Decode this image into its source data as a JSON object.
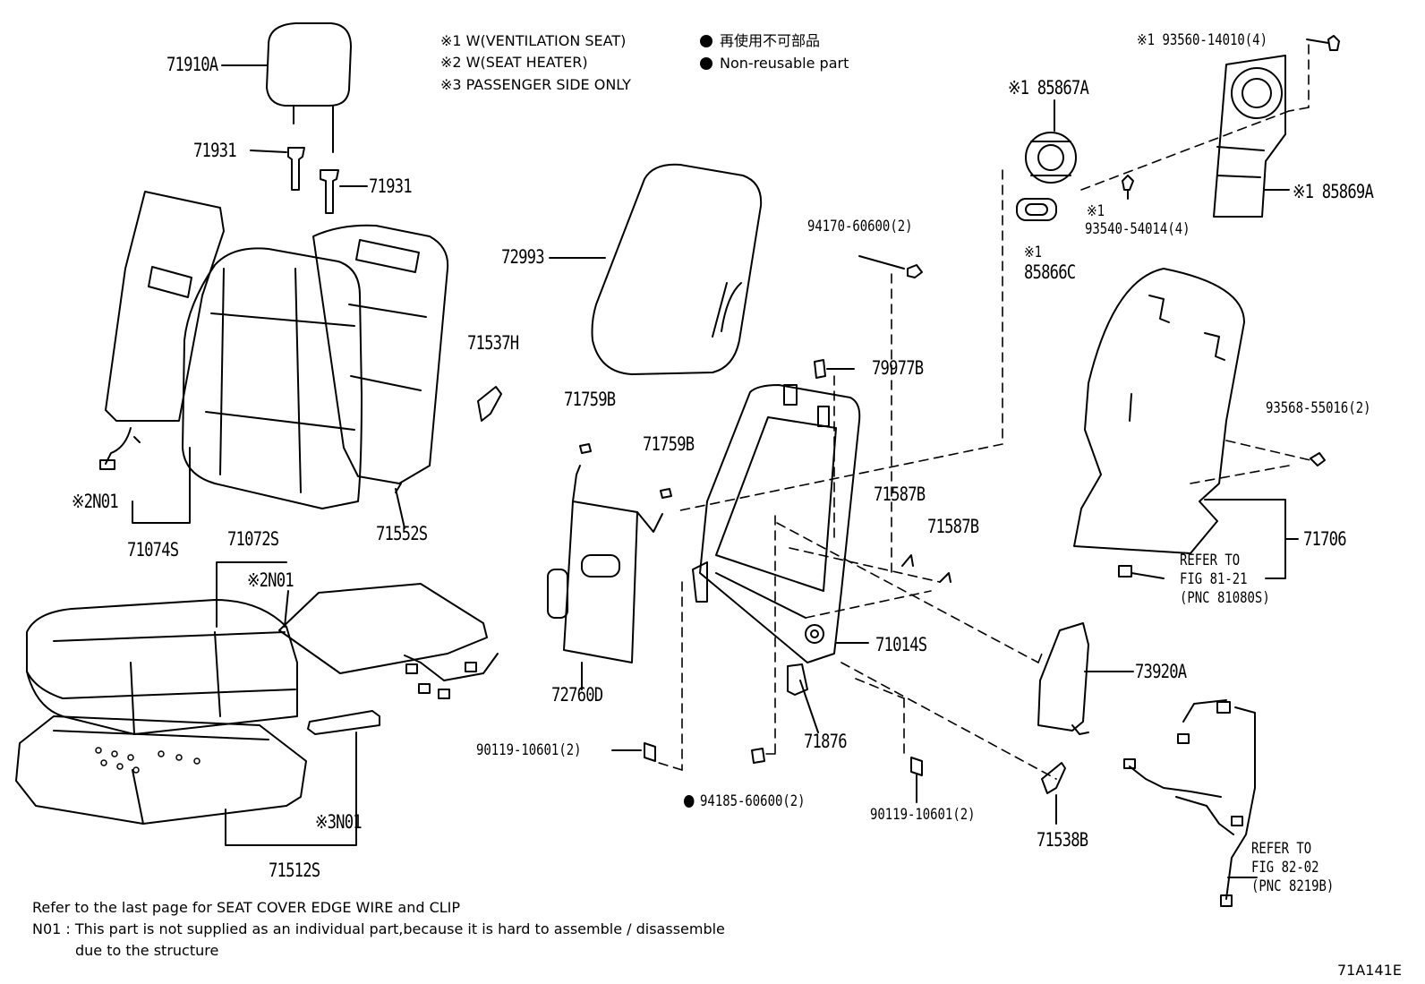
{
  "legend": {
    "notes": [
      "※1  W(VENTILATION  SEAT)",
      "※2  W(SEAT  HEATER)",
      "※3  PASSENGER SIDE ONLY"
    ],
    "non_reusable_jp": "再使用不可部品",
    "non_reusable_en": "Non-reusable part"
  },
  "parts": {
    "p71910A": "71910A",
    "p71931_a": "71931",
    "p71931_b": "71931",
    "p72993": "72993",
    "p71537H": "71537H",
    "p71759B_a": "71759B",
    "p71759B_b": "71759B",
    "p79977B": "79977B",
    "p94170": "94170-60600(2)",
    "p71587B_a": "71587B",
    "p71587B_b": "71587B",
    "p85867A": "※1 85867A",
    "p93560": "※1 93560-14010(4)",
    "p85869A": "※1 85869A",
    "p93540_mark": "※1",
    "p93540": "93540-54014(4)",
    "p85866C_mark": "※1",
    "p85866C": "85866C",
    "p93568": "93568-55016(2)",
    "p71706": "71706",
    "refer1_l1": "REFER TO",
    "refer1_l2": "FIG 81-21",
    "refer1_l3": "(PNC 81080S)",
    "p73920A": "73920A",
    "p71014S": "71014S",
    "p72760D": "72760D",
    "p71876": "71876",
    "p90119_a": "90119-10601(2)",
    "p94185": "94185-60600(2)",
    "p90119_b": "90119-10601(2)",
    "p71538B": "71538B",
    "refer2_l1": "REFER TO",
    "refer2_l2": "FIG 82-02",
    "refer2_l3": "(PNC 8219B)",
    "n01_2a": "※2N01",
    "p71074S": "71074S",
    "p71552S": "71552S",
    "p71072S": "71072S",
    "n01_2b": "※2N01",
    "n01_3": "※3N01",
    "p71512S": "71512S"
  },
  "footer": {
    "line1": "Refer to the last page for SEAT COVER EDGE WIRE and CLIP",
    "line2": "N01 : This part is not supplied as an individual part,because it is hard to assemble / disassemble",
    "line3": "due to the structure",
    "code": "71A141E"
  }
}
